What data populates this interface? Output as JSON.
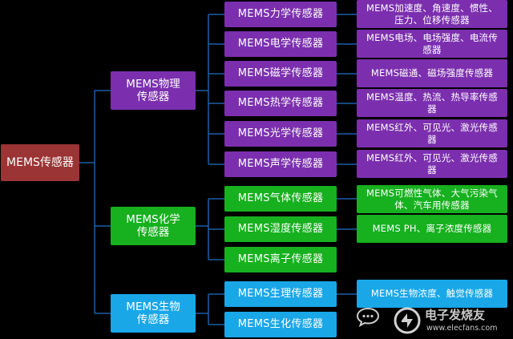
{
  "colors": {
    "root": "#9b3434",
    "physical": "#7b2fae",
    "chemical": "#17b01f",
    "biological": "#1aa7e8",
    "line": "#1e5ea8"
  },
  "root": {
    "label": "MEMS传感器"
  },
  "categories": [
    {
      "label": "MEMS物理传感器",
      "subs": [
        {
          "label": "MEMS力学传感器",
          "leaf": "MEMS加速度、角速度、惯性、压力、位移传感器"
        },
        {
          "label": "MEMS电学传感器",
          "leaf": "MEMS电场、电场强度、电流传感器"
        },
        {
          "label": "MEMS磁学传感器",
          "leaf": "MEMS磁通、磁场强度传感器"
        },
        {
          "label": "MEMS热学传感器",
          "leaf": "MEMS温度、热流、热导率传感器"
        },
        {
          "label": "MEMS光学传感器",
          "leaf": "MEMS红外、可见光、激光传感器"
        },
        {
          "label": "MEMS声学传感器",
          "leaf": "MEMS红外、可见光、激光传感器"
        }
      ]
    },
    {
      "label": "MEMS化学传感器",
      "subs": [
        {
          "label": "MEMS气体传感器",
          "leaf": "MEMS可燃性气体、大气污染气体、汽车用传感器"
        },
        {
          "label": "MEMS湿度传感器",
          "leaf": "MEMS PH、离子浓度传感器"
        },
        {
          "label": "MEMS离子传感器"
        }
      ]
    },
    {
      "label": "MEMS生物传感器",
      "subs": [
        {
          "label": "MEMS生理传感器",
          "leaf": "MEMS生物浓度、触觉传感器"
        },
        {
          "label": "MEMS生化传感器"
        }
      ]
    }
  ],
  "watermark": {
    "brand": "电子发烧友",
    "url": "www.elecfans.com",
    "icon": "speech-bubble-icon"
  }
}
